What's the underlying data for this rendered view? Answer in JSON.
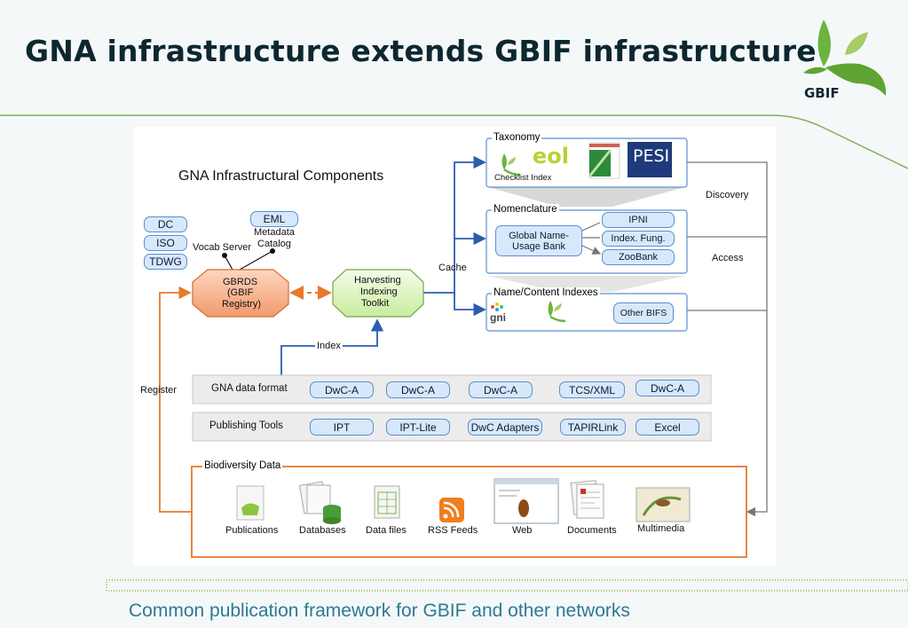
{
  "slide": {
    "title": "GNA infrastructure extends GBIF infrastructure",
    "logo_text": "GBIF",
    "footer": "Common publication framework for GBIF and other networks"
  },
  "diagram": {
    "heading": "GNA Infrastructural Components",
    "standards": [
      "DC",
      "ISO",
      "TDWG"
    ],
    "eml": "EML",
    "metadata_catalog": [
      "Metadata",
      "Catalog"
    ],
    "vocab_server": "Vocab Server",
    "gbrds": [
      "GBRDS",
      "(GBIF",
      "Registry)"
    ],
    "harvesting": [
      "Harvesting",
      "Indexing",
      "Toolkit"
    ],
    "cache_label": "Cache",
    "index_label": "Index",
    "register_label": "Register",
    "discovery_label": "Discovery",
    "access_label": "Access",
    "taxonomy": {
      "title": "Taxonomy",
      "checklist_index": "Checklist Index",
      "eol": "eol",
      "pesi": "PESI"
    },
    "nomenclature": {
      "title": "Nomenclature",
      "gnub": [
        "Global Name-",
        "Usage Bank"
      ],
      "items": [
        "IPNI",
        "Index. Fung.",
        "ZooBank"
      ]
    },
    "name_indexes": {
      "title": "Name/Content Indexes",
      "gni": "gni",
      "other_bifs": "Other BIFS"
    },
    "data_format": {
      "label": "GNA data format",
      "items": [
        "DwC-A",
        "DwC-A",
        "DwC-A",
        "TCS/XML",
        "DwC-A"
      ]
    },
    "publishing_tools": {
      "label": "Publishing Tools",
      "items": [
        "IPT",
        "IPT-Lite",
        "DwC Adapters",
        "TAPIRLink",
        "Excel"
      ]
    },
    "biodiversity": {
      "title": "Biodiversity Data",
      "items": [
        "Publications",
        "Databases",
        "Data files",
        "RSS Feeds",
        "Web",
        "Documents",
        "Multimedia"
      ]
    }
  },
  "colors": {
    "title": "#0d2730",
    "accent_green": "#7fb05a",
    "footer_text": "#2e7a93",
    "connector_blue": "#2a5db0",
    "connector_orange": "#e8782a",
    "registry_fill": "#f6b898",
    "toolkit_fill": "#dff5c8"
  }
}
